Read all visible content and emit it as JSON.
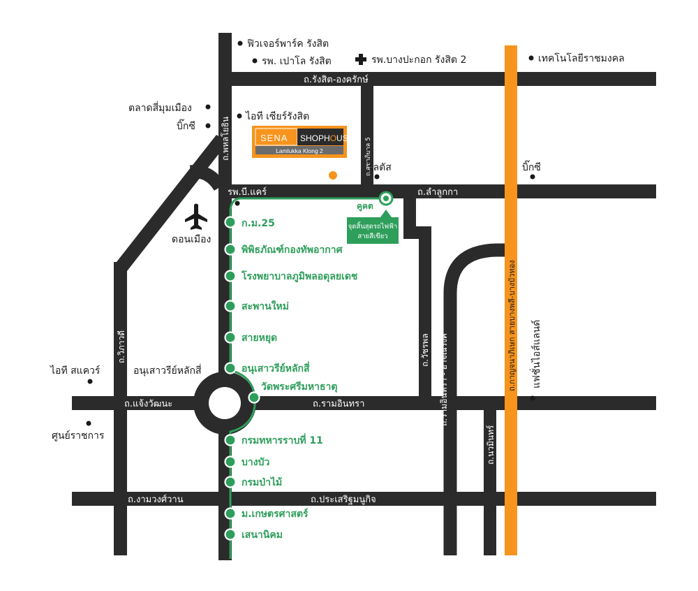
{
  "roads": {
    "rangsit_ongkharak": "ถ.รังสิต-องครักษ์",
    "phahonyothin": "ถ.พหลโยธิน",
    "lamlukka": "ถ.ลำลูกกา",
    "vibhavadi": "ถ.วิภาวดี",
    "chaengwattana": "ถ.แจ้งวัฒนะ",
    "ramintra": "ถ.รามอินทรา",
    "ngamwongwan": "ถ.งามวงศ์วาน",
    "prasertmanukit": "ถ.ประเสริฐมนูกิจ",
    "wacharaphon": "ถ.วัชรพล",
    "ramintra_arnusorn": "ถ.รามอินทรา - อาจณรงค์",
    "kanchanaphisek": "ถ.กาญจนาภิเษก สายบางพลี-บางบัวทอง",
    "sukhaphiban5": "ถ.สุขาภิบาล 5",
    "nawamin": "ถ.นวมินทร์"
  },
  "places": {
    "future_park": "ฟิวเจอร์พาร์ค รังสิต",
    "paolo_rangsit": "รพ. เปาโล รังสิต",
    "bangpakok_rangsit2": "รพ.บางปะกอก รังสิต 2",
    "rajamangala": "เทคโนโลยีราชมงคล",
    "talad_si_mum_muang": "ตลาดสี่มุมเมือง",
    "bigc_left": "บิ๊กซี",
    "it_zeer": "ไอที เซียร์รังสิต",
    "lotus": "โลตัส",
    "bigc_right": "บิ๊กซี",
    "bmi_care": "รพ.บี.แคร์",
    "don_mueang": "ดอนเมือง",
    "it_square": "ไอที สแควร์",
    "govt_center": "ศูนย์ราชการ",
    "fashion_island": "แฟชั่นไอส์แลนด์",
    "anusawari_left": "อนุเสาวรีย์หลักสี่"
  },
  "stations": [
    "ก.ม.25",
    "พิพิธภัณฑ์กองทัพอากาศ",
    "โรงพยาบาลภูมิพลอดุลยเดช",
    "สะพานใหม่",
    "สายหยุด",
    "อนุเสาวรีย์หลักสี่",
    "วัดพระศรีมหาธาตุ",
    "กรมทหารราบที่ 11",
    "บางบัว",
    "กรมป่าไม้",
    "ม.เกษตรศาสตร์",
    "เสนานิคม"
  ],
  "terminal": {
    "name": "คูคต",
    "callout_line1": "จุดสิ้นสุดรถไฟฟ้า",
    "callout_line2": "สายสีเขียว"
  },
  "project": {
    "brand": "SENA",
    "product_shop": "SHOPH",
    "product_ouse": "USE",
    "location": "Lamlukka Klong 2"
  },
  "colors": {
    "road": "#2b2b2b",
    "green_line": "#2e9e5b",
    "orange_road": "#f7941d",
    "background": "#ffffff"
  }
}
